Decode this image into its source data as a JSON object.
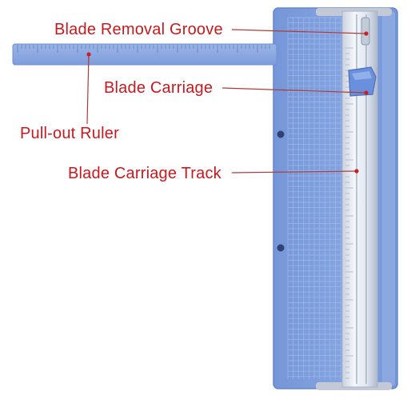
{
  "labels": {
    "blade_removal_groove": "Blade Removal Groove",
    "blade_carriage": "Blade Carriage",
    "pull_out_ruler": "Pull-out Ruler",
    "blade_carriage_track": "Blade Carriage Track"
  },
  "colors": {
    "label_text": "#c8191e",
    "callout_line": "#b23a3a",
    "callout_dot": "#cc1f25",
    "base_body": "#7d9ede",
    "base_edge": "#6287cf",
    "grid_line": "#9fb8e8",
    "ruler_body": "#8aa8e0",
    "ruler_mark": "#5f80c4",
    "rail_metal": "#dde4ee",
    "rail_shadow": "#a9b4c5",
    "carriage": "#6a8fdc",
    "background": "#ffffff"
  }
}
